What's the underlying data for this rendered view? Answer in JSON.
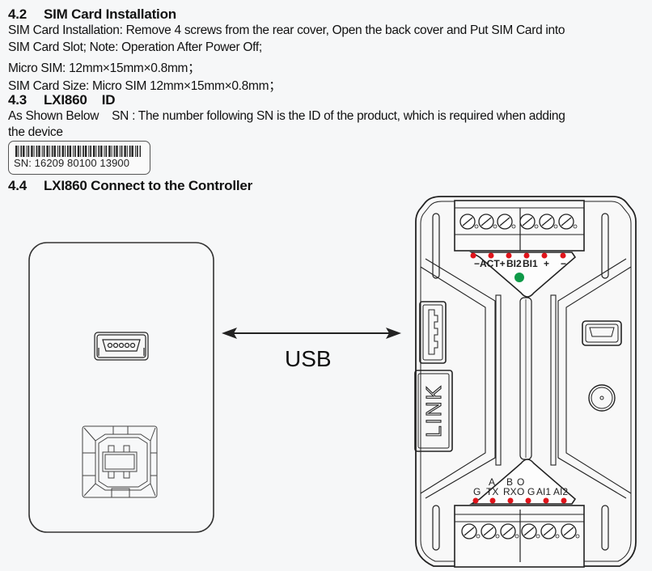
{
  "sections": [
    {
      "number": "4.2",
      "title": "SIM Card Installation",
      "lines": [
        "SIM Card Installation: Remove 4 screws from the rear cover, Open the back cover and Put SIM Card into",
        "SIM Card Slot; Note: Operation After Power Off;",
        "Micro SIM:    12mm×15mm×0.8mm；",
        "SIM Card Size: Micro SIM    12mm×15mm×0.8mm；"
      ]
    },
    {
      "number": "4.3",
      "title": "LXI860    ID",
      "lines": [
        "As Shown Below    SN : The number following SN is the ID of the product, which is required when adding",
        "the device"
      ],
      "label": {
        "sn_text": "SN: 16209 80100 13900",
        "icon": "barcode-icon"
      }
    },
    {
      "number": "4.4",
      "title": "LXI860 Connect to the Controller"
    }
  ],
  "diagram": {
    "connection_label": "USB",
    "controller": {
      "ports": [
        "mini-usb-port-icon",
        "usb-b-port-icon"
      ]
    },
    "device": {
      "top_terminal_labels": [
        "−ACT+",
        "BI2",
        "BI1",
        "+",
        "−"
      ],
      "bottom_terminal_labels": [
        "G",
        "A TX",
        "B RX",
        "O G",
        "AI1",
        "AI2"
      ],
      "side_label": "LINK",
      "led_color_red": "#e0141b",
      "led_color_status": "#0f9a48"
    }
  }
}
